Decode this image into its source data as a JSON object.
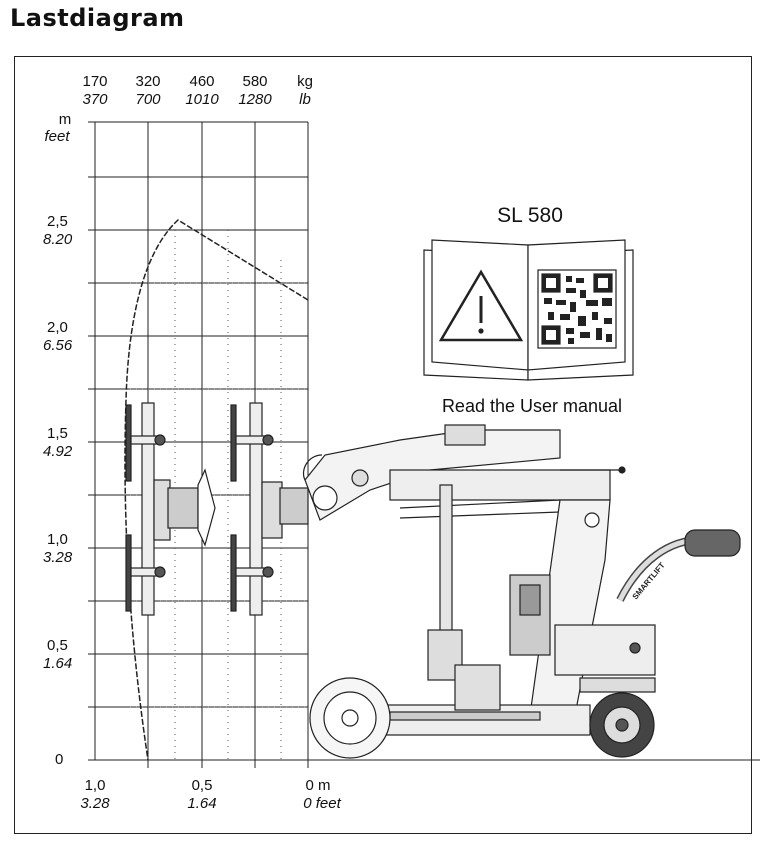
{
  "title": "Lastdiagram",
  "model": "SL 580",
  "manual_caption": "Read the User manual",
  "brand_on_arm": "SMARTLIFT",
  "load_columns": [
    {
      "kg": "170",
      "lb": "370"
    },
    {
      "kg": "320",
      "lb": "700"
    },
    {
      "kg": "460",
      "lb": "1010"
    },
    {
      "kg": "580",
      "lb": "1280"
    },
    {
      "kg": "kg",
      "lb": "lb"
    }
  ],
  "y_axis": {
    "unit_m": "m",
    "unit_ft": "feet",
    "ticks": [
      {
        "m": "2,5",
        "ft": "8.20"
      },
      {
        "m": "2,0",
        "ft": "6.56"
      },
      {
        "m": "1,5",
        "ft": "4.92"
      },
      {
        "m": "1,0",
        "ft": "3.28"
      },
      {
        "m": "0,5",
        "ft": "1.64"
      },
      {
        "m": "0",
        "ft": ""
      }
    ]
  },
  "x_axis": {
    "ticks": [
      {
        "m": "1,0",
        "ft": "3.28"
      },
      {
        "m": "0,5",
        "ft": "1.64"
      },
      {
        "m": "0 m",
        "ft": "0 feet"
      }
    ]
  }
}
